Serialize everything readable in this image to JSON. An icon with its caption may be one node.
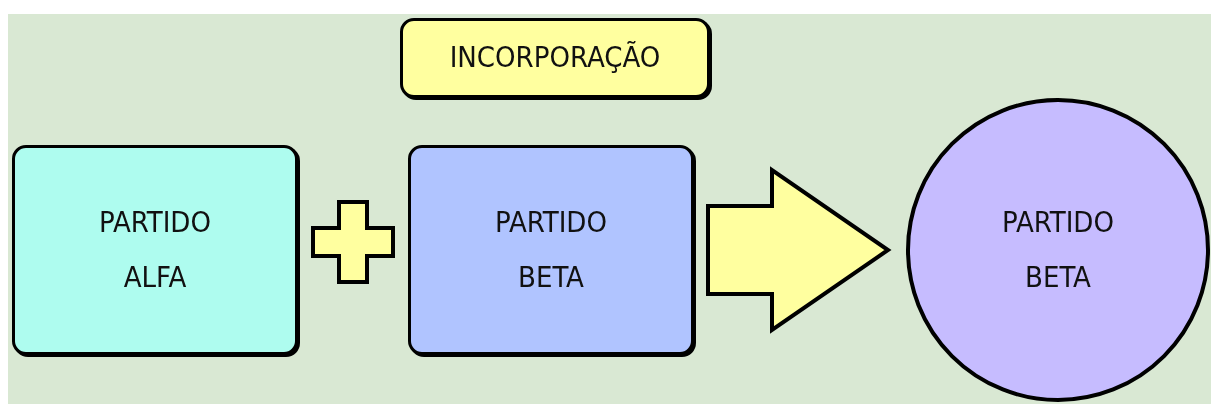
{
  "diagram": {
    "nodes": [
      {
        "text": [
          "INCORPORAÇÃO"
        ]
      },
      {
        "text": [
          "PARTIDO ALFA"
        ]
      },
      {
        "text": [
          "PARTIDO BETA"
        ]
      },
      {
        "text": [
          "PARTIDO BETA"
        ]
      }
    ],
    "edges": [
      {
        "from": 2,
        "to": 3,
        "arrow": "to",
        "style": "thick",
        "color": "#ffff9f"
      }
    ]
  }
}
